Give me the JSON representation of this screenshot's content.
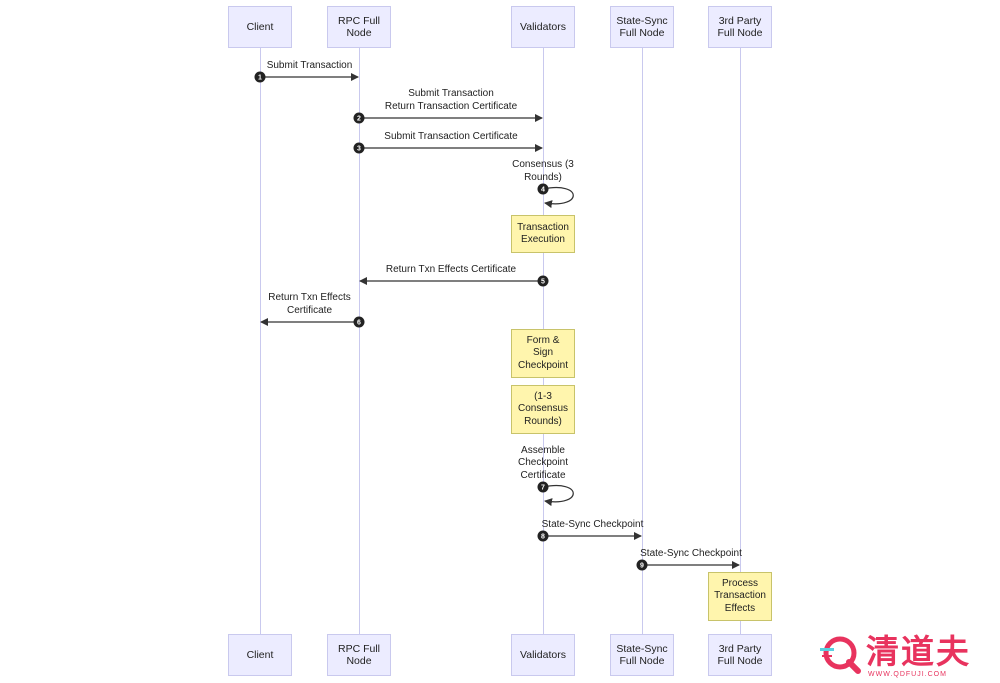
{
  "participants": [
    {
      "id": "client",
      "label": "Client"
    },
    {
      "id": "rpc",
      "label": "RPC Full\nNode"
    },
    {
      "id": "validators",
      "label": "Validators"
    },
    {
      "id": "statesync",
      "label": "State-Sync\nFull Node"
    },
    {
      "id": "thirdparty",
      "label": "3rd Party\nFull Node"
    }
  ],
  "messages": [
    {
      "num": "1",
      "label": "Submit Transaction",
      "from": "client",
      "to": "rpc"
    },
    {
      "num": "2",
      "label": "Submit Transaction\nReturn Transaction Certificate",
      "from": "rpc",
      "to": "validators"
    },
    {
      "num": "3",
      "label": "Submit Transaction Certificate",
      "from": "rpc",
      "to": "validators"
    },
    {
      "num": "4",
      "label": "Consensus (3\nRounds)",
      "from": "validators",
      "to": "validators"
    },
    {
      "num": "5",
      "label": "Return Txn Effects Certificate",
      "from": "validators",
      "to": "rpc"
    },
    {
      "num": "6",
      "label": "Return Txn Effects\nCertificate",
      "from": "rpc",
      "to": "client"
    },
    {
      "num": "7",
      "label": "Assemble\nCheckpoint\nCertificate",
      "from": "validators",
      "to": "validators"
    },
    {
      "num": "8",
      "label": "State-Sync Checkpoint",
      "from": "validators",
      "to": "statesync"
    },
    {
      "num": "9",
      "label": "State-Sync Checkpoint",
      "from": "statesync",
      "to": "thirdparty"
    }
  ],
  "notes": [
    {
      "label": "Transaction\nExecution",
      "over": "validators"
    },
    {
      "label": "Form &\nSign\nCheckpoint",
      "over": "validators"
    },
    {
      "label": "(1-3\nConsensus\nRounds)",
      "over": "validators"
    },
    {
      "label": "Process\nTransaction\nEffects",
      "over": "thirdparty"
    }
  ],
  "watermark": {
    "brand": "清道夫",
    "url": "WWW.QDFUJI.COM"
  }
}
